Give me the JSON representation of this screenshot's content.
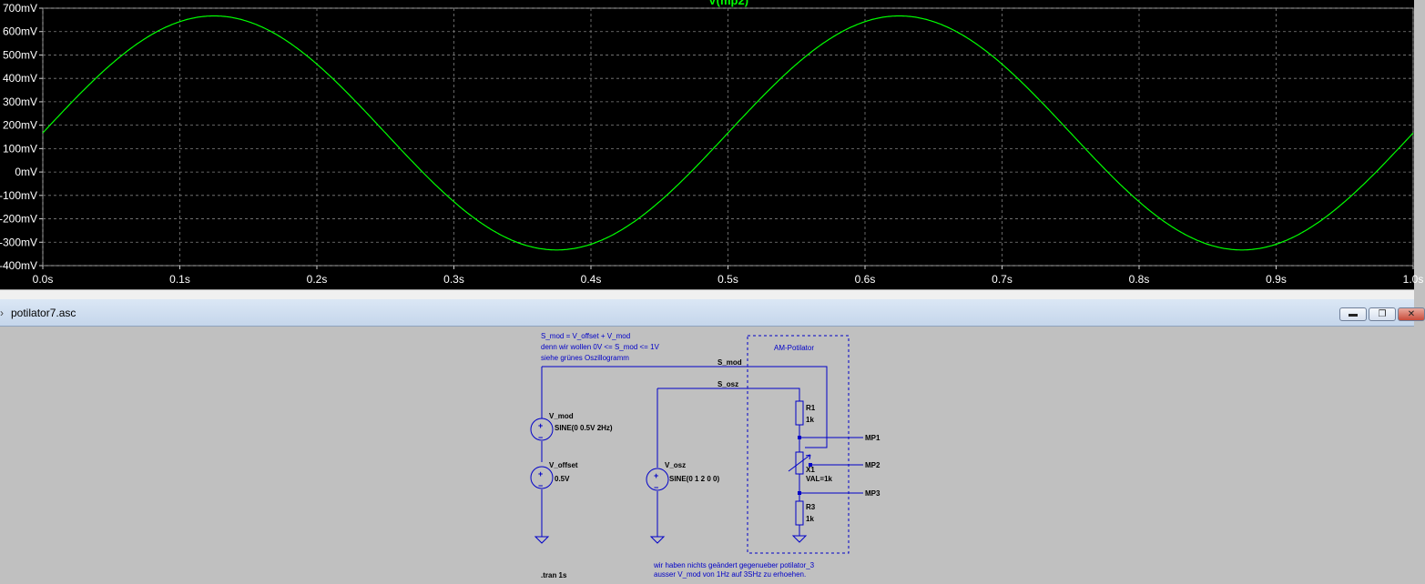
{
  "plot": {
    "trace_label": "V(mp2)",
    "trace_color": "#00ff00",
    "background": "#000000",
    "grid": true,
    "y_ticks": [
      "700mV",
      "600mV",
      "500mV",
      "400mV",
      "300mV",
      "200mV",
      "100mV",
      "0mV",
      "-100mV",
      "-200mV",
      "-300mV",
      "-400mV"
    ],
    "x_ticks": [
      "0.0s",
      "0.1s",
      "0.2s",
      "0.3s",
      "0.4s",
      "0.5s",
      "0.6s",
      "0.7s",
      "0.8s",
      "0.9s",
      "1.0s"
    ]
  },
  "chart_data": {
    "type": "line",
    "title": "V(mp2)",
    "xlim": [
      0,
      1.0
    ],
    "ylim": [
      -0.4,
      0.7
    ],
    "series": [
      {
        "name": "V(mp2)",
        "formula": "0.167 + 0.5*sin(2*pi*2*t)",
        "amplitude_V": 0.5,
        "offset_V": 0.167,
        "frequency_Hz": 2,
        "peak_V": 0.667,
        "trough_V": -0.333
      }
    ]
  },
  "window": {
    "title": "potilator7.asc",
    "controls": [
      "minimize",
      "restore",
      "close"
    ]
  },
  "schematic": {
    "note_top": [
      "S_mod = V_offset + V_mod",
      "denn wir wollen 0V <= S_mod <= 1V",
      "siehe grünes Oszillogramm"
    ],
    "group_label": "AM-Potilator",
    "nets": {
      "s_mod": "S_mod",
      "s_osz": "S_osz",
      "mp1": "MP1",
      "mp2": "MP2",
      "mp3": "MP3"
    },
    "sources": [
      {
        "name": "V_mod",
        "value": "SINE(0 0.5V 2Hz)"
      },
      {
        "name": "V_offset",
        "value": "0.5V"
      },
      {
        "name": "V_osz",
        "value": "SINE(0 1 2 0 0)"
      }
    ],
    "r1": {
      "name": "R1",
      "value": "1k"
    },
    "x1": {
      "name": "X1",
      "value": "VAL=1k"
    },
    "r3": {
      "name": "R3",
      "value": "1k"
    },
    "note_bottom": [
      "wir haben nichts geändert gegenueber potilator_3",
      "ausser V_mod von 1Hz auf 3SHz zu erhoehen."
    ],
    "directive": ".tran 1s",
    "wire_color": "#0000c8",
    "text_color": "#0000c8"
  }
}
